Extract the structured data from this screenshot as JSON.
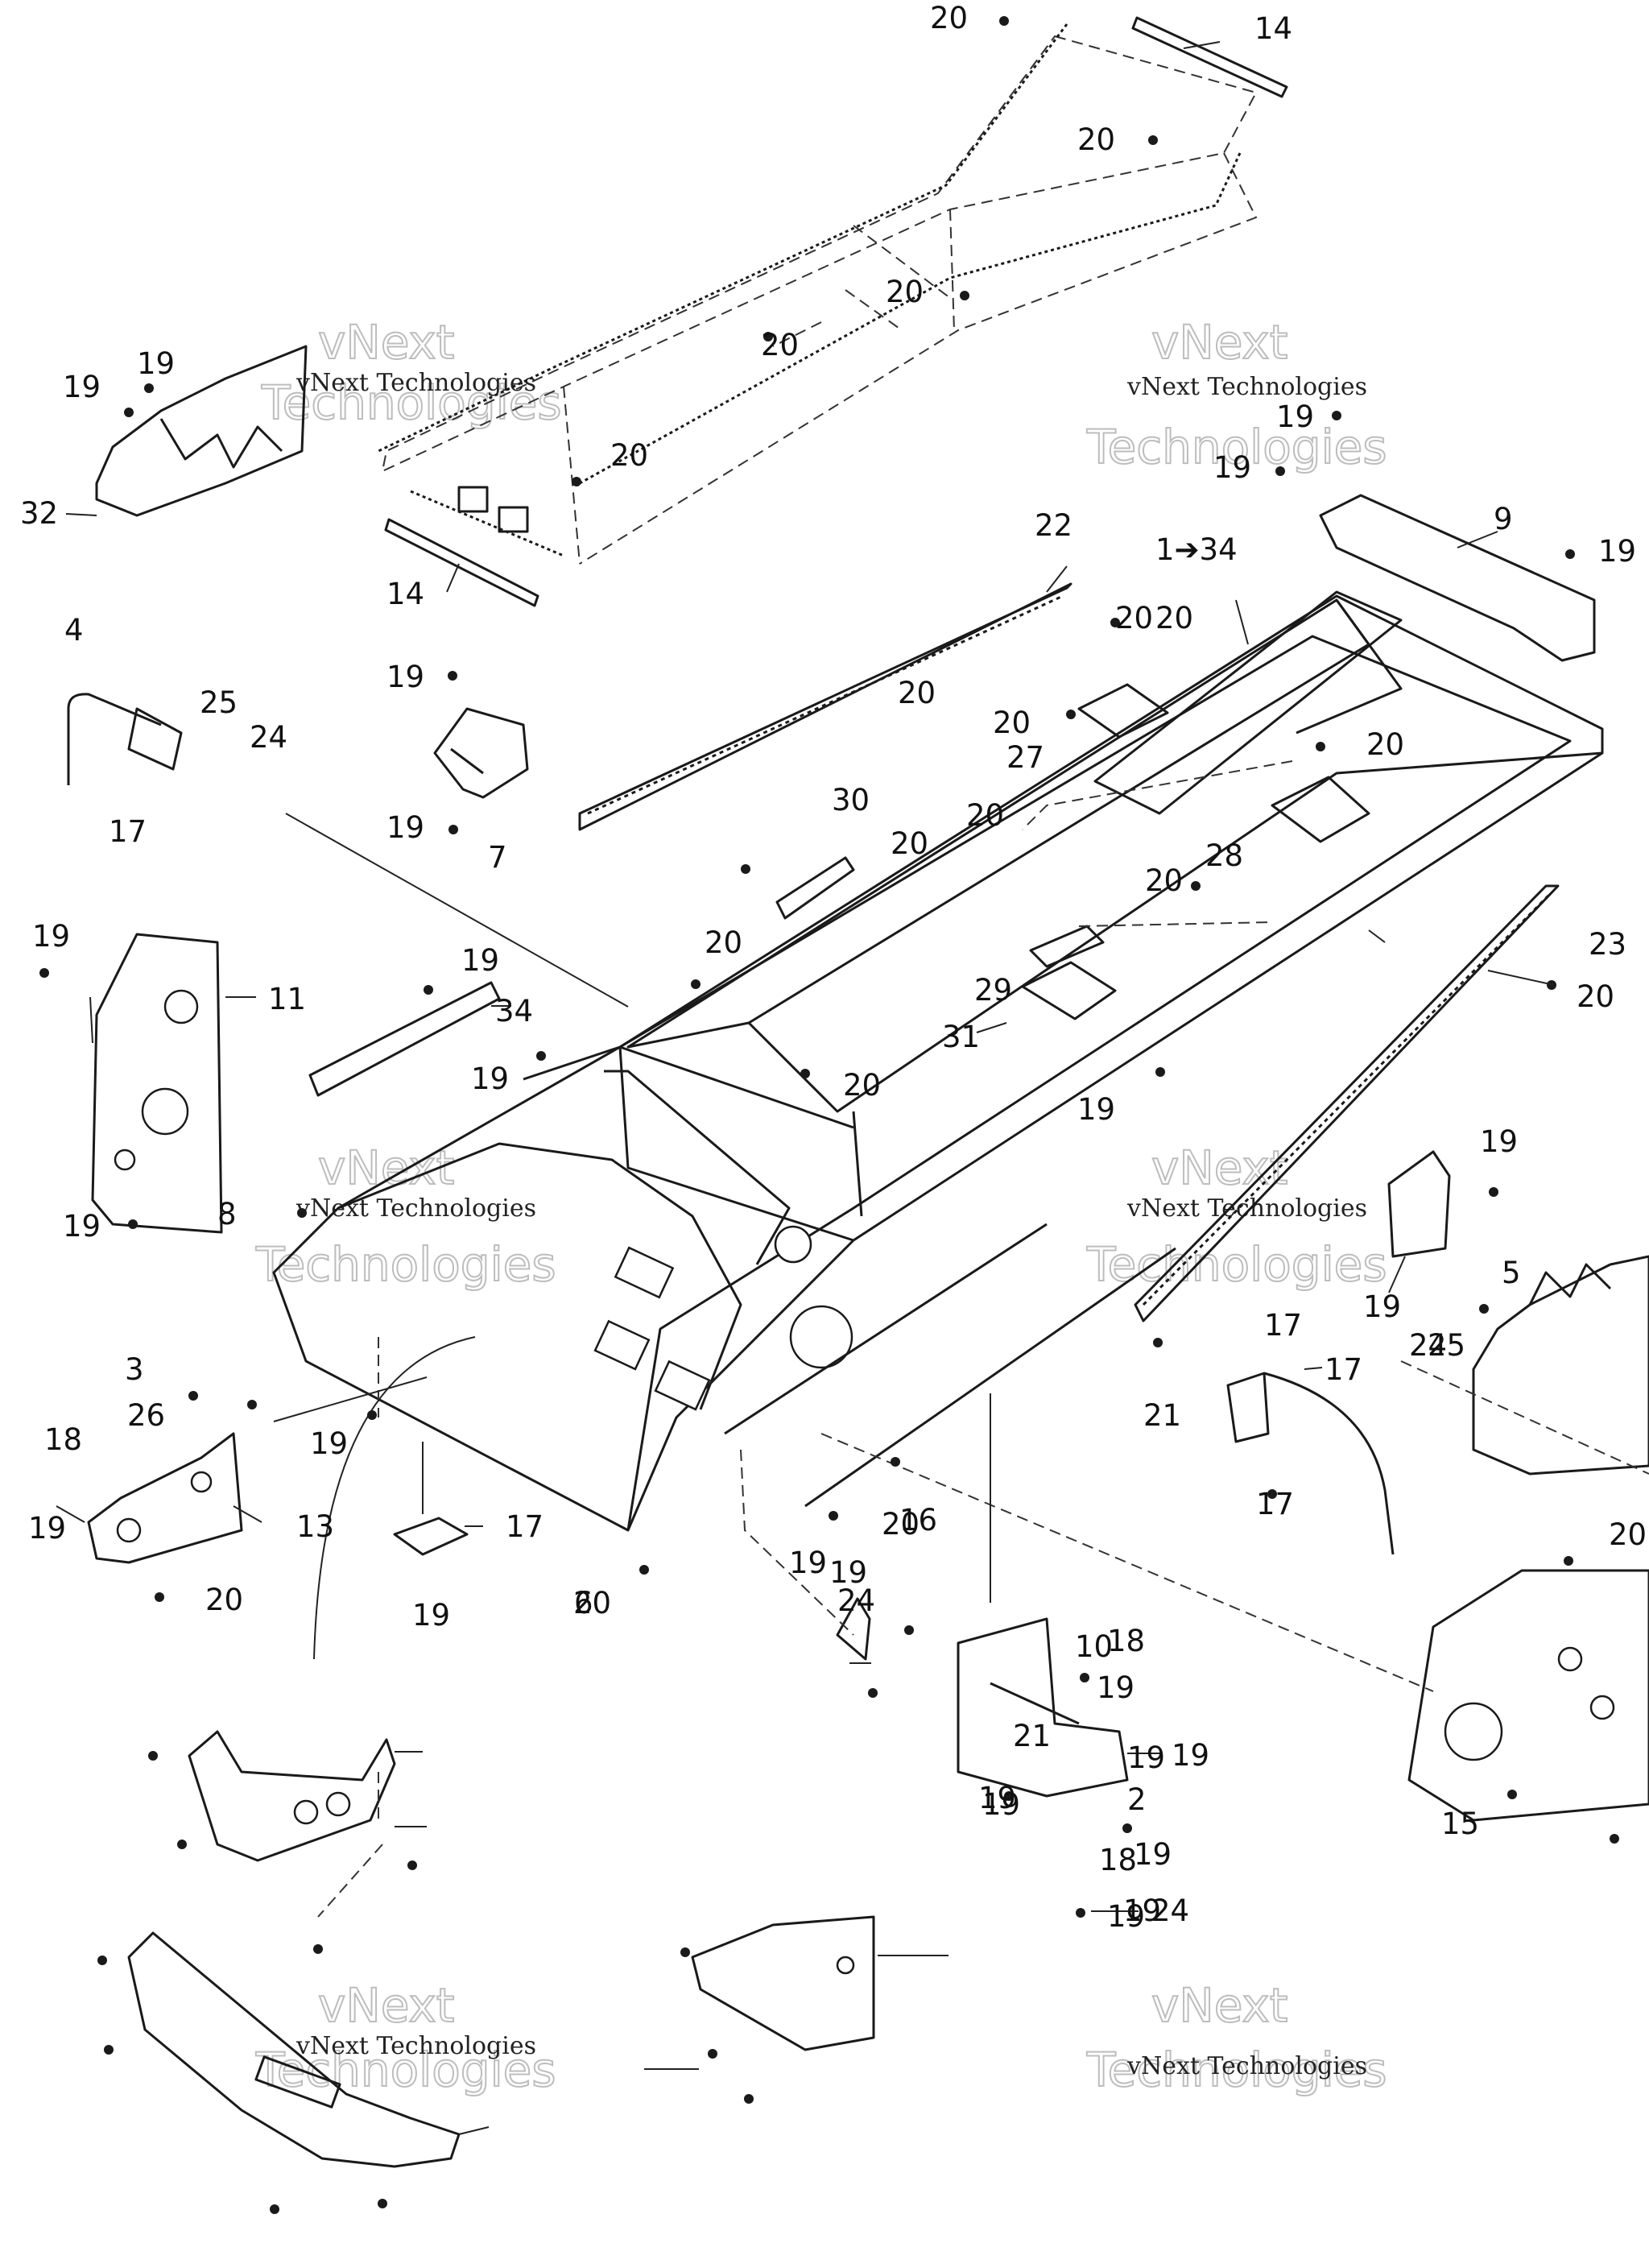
{
  "callouts": {
    "c1": "20",
    "c2": "14",
    "c3": "20",
    "c4": "20",
    "c5": "20",
    "c6": "20",
    "c7": "19",
    "c8": "19",
    "c9": "32",
    "c10": "14",
    "c11": "19",
    "c12": "19",
    "c13": "9",
    "c14": "1➔34",
    "c15": "19",
    "c16": "22",
    "c17": "20",
    "c18": "20",
    "c19": "4",
    "c20": "25",
    "c21": "24",
    "c22": "17",
    "c23": "19",
    "c24": "19",
    "c25": "7",
    "c26": "20",
    "c27": "27",
    "c28": "20",
    "c29": "20",
    "c30": "20",
    "c31": "30",
    "c32": "20",
    "c33": "28",
    "c34": "20",
    "c35": "23",
    "c36": "20",
    "c37": "29",
    "c38": "31",
    "c39": "19",
    "c40": "11",
    "c41": "19",
    "c42": "34",
    "c43": "19",
    "c44": "20",
    "c45": "20",
    "c46": "19",
    "c47": "19",
    "c48": "8",
    "c49": "19",
    "c50": "19",
    "c51": "25",
    "c52": "5",
    "c53": "24",
    "c54": "17",
    "c55": "17",
    "c56": "21",
    "c57": "17",
    "c58": "3",
    "c59": "26",
    "c60": "18",
    "c61": "19",
    "c62": "13",
    "c63": "20",
    "c64": "19",
    "c65": "17",
    "c66": "19",
    "c67": "6",
    "c68": "19",
    "c69": "20",
    "c70": "16",
    "c71": "20",
    "c72": "19",
    "c73": "24",
    "c74": "19",
    "c75": "21",
    "c76": "10",
    "c77": "19",
    "c78": "19",
    "c79": "19",
    "c80": "19",
    "c81": "20",
    "c82": "15",
    "c83": "18",
    "c84": "19",
    "c85": "24",
    "c86": "19",
    "c87": "2",
    "c88": "18",
    "c89": "19"
  },
  "watermark": {
    "small_text": "vNext Technologies",
    "big_line1": "vNext",
    "big_line2": "Technologies"
  }
}
